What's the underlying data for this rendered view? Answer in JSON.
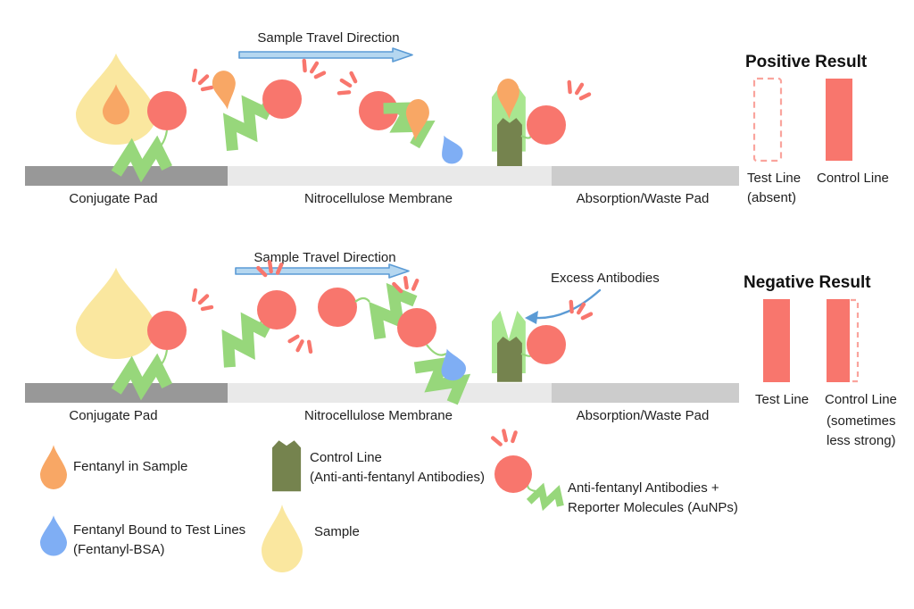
{
  "colors": {
    "aunp_red": "#F8766D",
    "red_light": "#FAA49D",
    "antibody_green": "#97D77B",
    "control_antibody_green": "#A9E690",
    "control_line_dark_green": "#75834E",
    "sample_yellow": "#FAE79F",
    "fentanyl_orange": "#F8A765",
    "fentanyl_bsa_blue": "#7FAEF4",
    "arrow_fill": "#B5D7F0",
    "arrow_stroke": "#5B9BD5",
    "conjugate_pad_gray": "#989898",
    "membrane_gray": "#E9E9E9",
    "waste_pad_gray": "#CCCCCC",
    "text_dark": "#1F1F1F"
  },
  "top_panel": {
    "travel_direction_label": "Sample Travel Direction",
    "conjugate_pad_label": "Conjugate Pad",
    "membrane_label": "Nitrocellulose Membrane",
    "waste_pad_label": "Absorption/Waste Pad",
    "result": {
      "title": "Positive Result",
      "test_line_label": "Test Line",
      "test_line_note": "(absent)",
      "control_line_label": "Control Line"
    }
  },
  "bottom_panel": {
    "travel_direction_label": "Sample Travel Direction",
    "excess_antibodies_label": "Excess Antibodies",
    "conjugate_pad_label": "Conjugate Pad",
    "membrane_label": "Nitrocellulose Membrane",
    "waste_pad_label": "Absorption/Waste Pad",
    "result": {
      "title": "Negative Result",
      "test_line_label": "Test Line",
      "control_line_label": "Control Line",
      "control_line_note_line1": "(sometimes",
      "control_line_note_line2": "less strong)"
    }
  },
  "legend": {
    "fentanyl_label": "Fentanyl in Sample",
    "fentanyl_bsa_label_line1": "Fentanyl Bound to Test Lines",
    "fentanyl_bsa_label_line2": "(Fentanyl-BSA)",
    "control_line_label_line1": "Control Line",
    "control_line_label_line2": "(Anti-anti-fentanyl Antibodies)",
    "sample_label": "Sample",
    "aunp_label_line1": "Anti-fentanyl Antibodies +",
    "aunp_label_line2": "Reporter Molecules (AuNPs)"
  }
}
